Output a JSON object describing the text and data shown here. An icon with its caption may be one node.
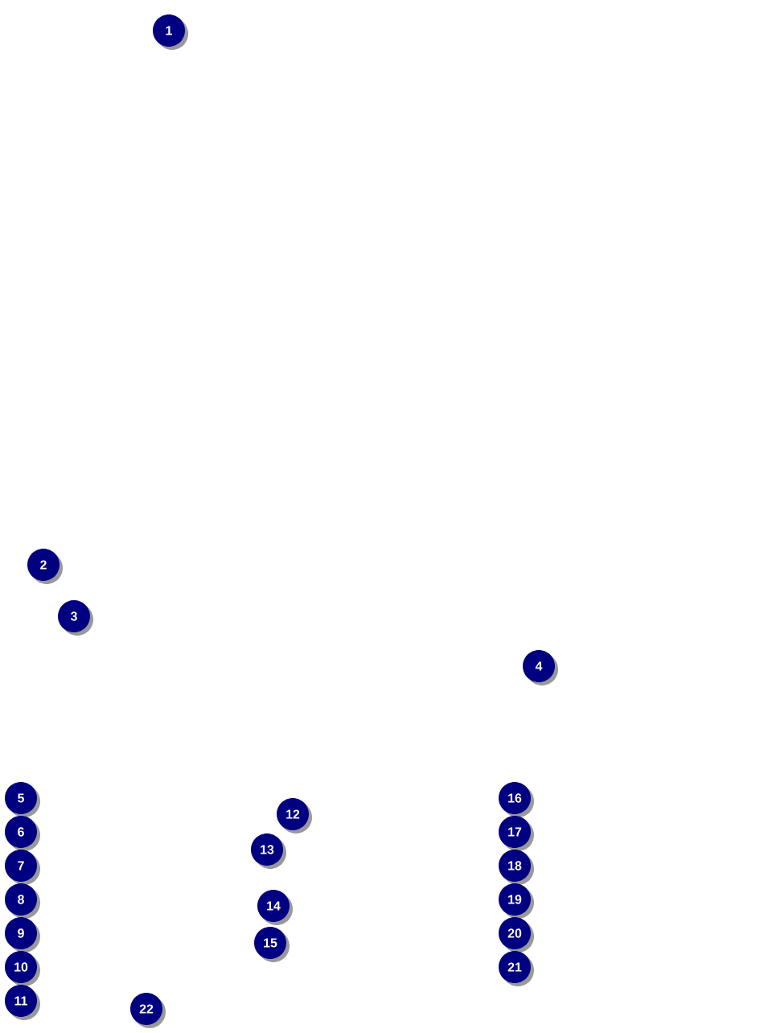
{
  "diagram": {
    "labels": [
      "1",
      "2",
      "3",
      "4",
      "5",
      "6",
      "7",
      "8",
      "9",
      "10",
      "11",
      "12",
      "13",
      "14",
      "15",
      "16",
      "17",
      "18",
      "19",
      "20",
      "21",
      "22"
    ]
  }
}
